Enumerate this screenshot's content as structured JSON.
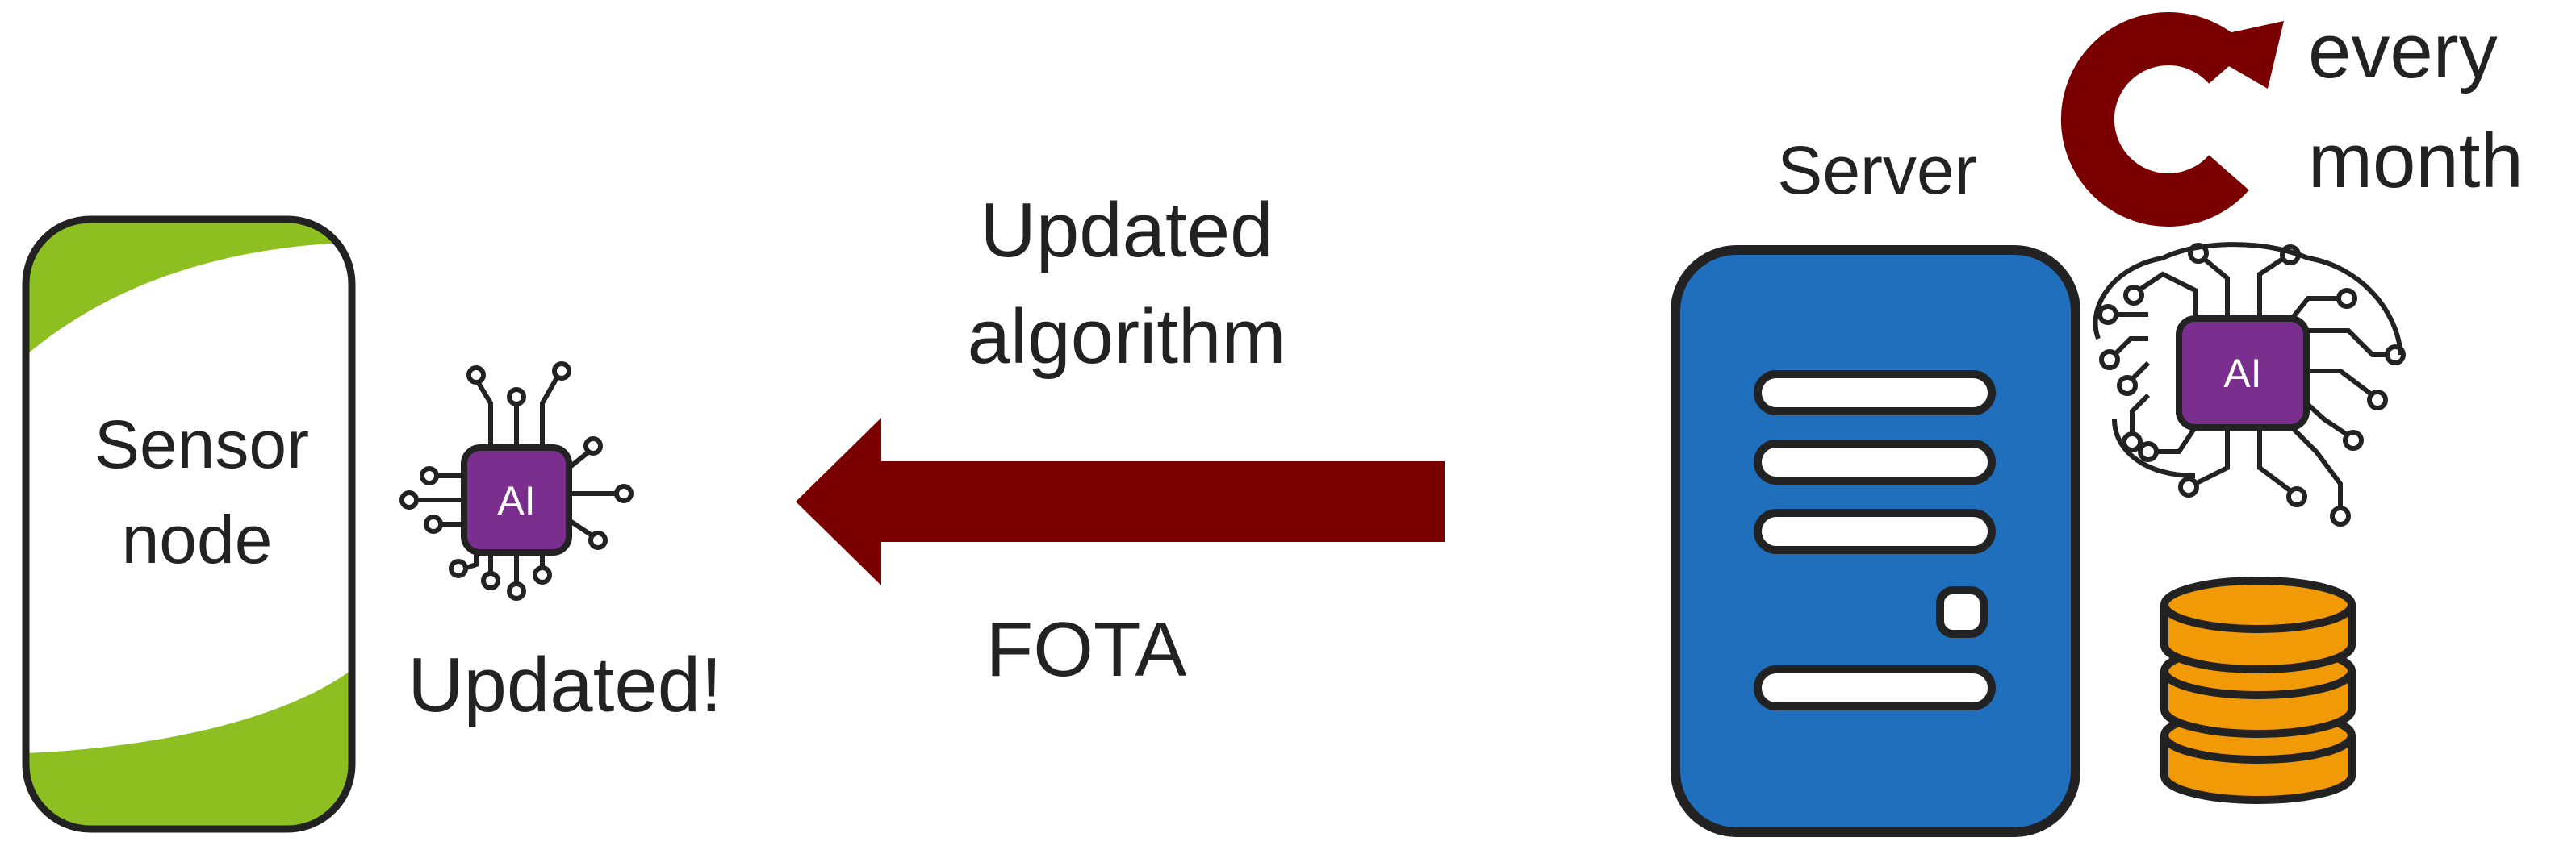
{
  "sensor": {
    "label_line1": "Sensor",
    "label_line2": "node",
    "status_text": "Updated!"
  },
  "transfer": {
    "label_line1": "Updated",
    "label_line2": "algorithm",
    "method": "FOTA"
  },
  "server": {
    "label": "Server"
  },
  "schedule": {
    "line1": "every",
    "line2": "month"
  },
  "chip": {
    "text": "AI"
  },
  "colors": {
    "sensor_green": "#8cbf1f",
    "arrow_maroon": "#7a0000",
    "server_blue": "#1f6fbd",
    "chip_purple": "#7a2f8f",
    "database_orange": "#f29a05",
    "outline": "#222222"
  }
}
